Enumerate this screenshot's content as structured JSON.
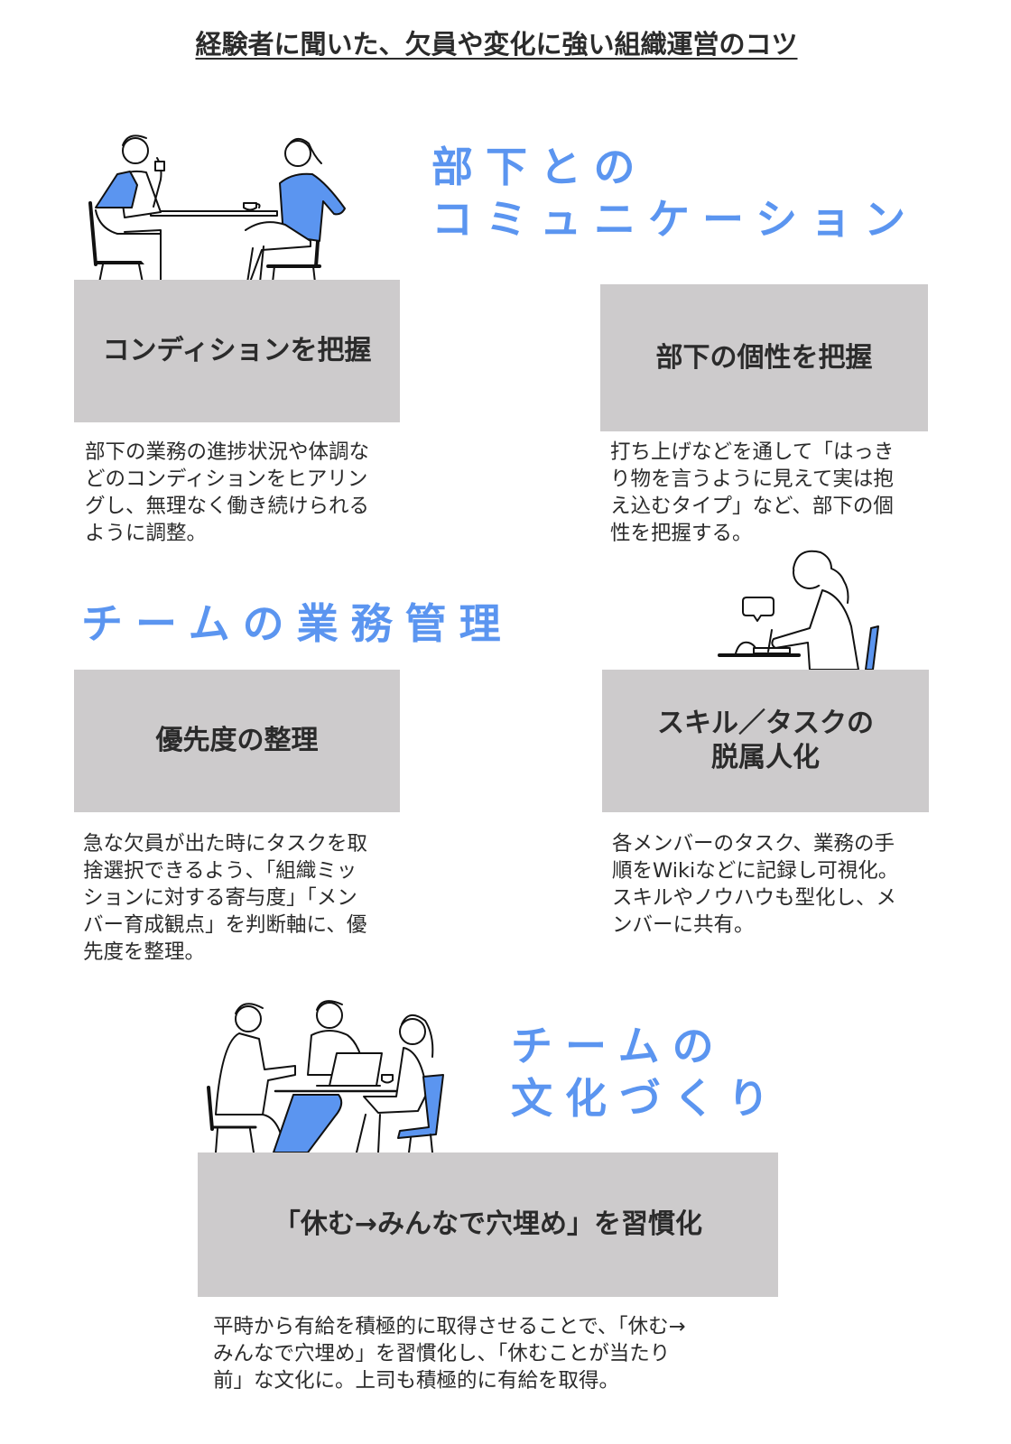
{
  "page": {
    "title": "経験者に聞いた、欠員や変化に強い組織運営のコツ"
  },
  "sections": [
    {
      "heading": "部下との\nコミュニケーション",
      "illustration": "two-people-coffee-chat-illustration",
      "cards": [
        {
          "label": "コンディションを把握",
          "description": "部下の業務の進捗状況や体調な\nどのコンディションをヒアリン\nグし、無理なく働き続けられる\nように調整。"
        },
        {
          "label": "部下の個性を把握",
          "description": "打ち上げなどを通して「はっき\nり物を言うように見えて実は抱\nえ込むタイプ」など、部下の個\n性を把握する。"
        }
      ]
    },
    {
      "heading": "チームの業務管理",
      "illustration": "person-writing-at-desk-illustration",
      "cards": [
        {
          "label": "優先度の整理",
          "description": "急な欠員が出た時にタスクを取\n捨選択できるよう、「組織ミッ\nションに対する寄与度」「メン\nバー育成観点」を判断軸に、優\n先度を整理。"
        },
        {
          "label": "スキル／タスクの\n脱属人化",
          "description": "各メンバーのタスク、業務の手\n順をWikiなどに記録し可視化。\nスキルやノウハウも型化し、メ\nンバーに共有。"
        }
      ]
    },
    {
      "heading": "チームの\n文化づくり",
      "illustration": "three-people-meeting-illustration",
      "cards": [
        {
          "label": "「休む→みんなで穴埋め」を習慣化",
          "description": "平時から有給を積極的に取得させることで、「休む→\nみんなで穴埋め」を習慣化し、「休むことが当たり\n前」な文化に。上司も積極的に有給を取得。"
        }
      ]
    }
  ],
  "colors": {
    "accent_blue": "#5b95f0",
    "card_gray": "#cdcbcc",
    "text_dark": "#2b2b2b",
    "background": "#ffffff"
  }
}
